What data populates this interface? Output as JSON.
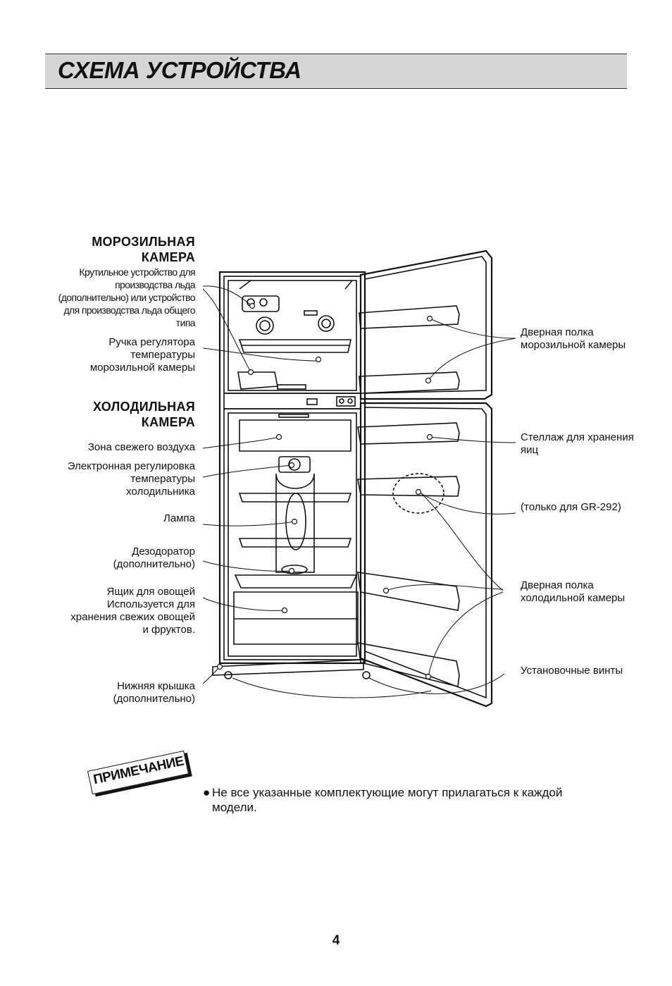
{
  "page": {
    "title": "СХЕМА УСТРОЙСТВА",
    "page_number": "4"
  },
  "freezer": {
    "heading_line1": "МОРОЗИЛЬНАЯ",
    "heading_line2": "КАМЕРА",
    "ice_maker": [
      "Крутильное устройство для",
      "производства льда",
      "(дополнительно) или устройство",
      "для производства льда общего",
      "типа"
    ],
    "temp_knob": [
      "Ручка регулятора",
      "температуры",
      "морозильной камеры"
    ]
  },
  "fridge": {
    "heading_line1": "ХОЛОДИЛЬНАЯ",
    "heading_line2": "КАМЕРА",
    "fresh_zone": "Зона свежего воздуха",
    "electronic_control": [
      "Электронная регулировка",
      "температуры",
      "холодильника"
    ],
    "lamp": "Лампа",
    "deodorizer": [
      "Дезодоратор",
      "(дополнительно)"
    ],
    "crisper": [
      "Ящик для овощей",
      "Используется для",
      "хранения свежих овощей",
      "и фруктов."
    ],
    "bottom_cover": [
      "Нижняя крышка",
      "(дополнительно)"
    ]
  },
  "right_labels": {
    "freezer_door_shelf": [
      "Дверная полка",
      "морозильной камеры"
    ],
    "egg_rack": [
      "Стеллаж для хранения",
      "яиц"
    ],
    "gr292_only": "(только для GR-292)",
    "fridge_door_shelf": [
      "Дверная полка",
      "холодильной камеры"
    ],
    "leveling_screws": "Установочные винты"
  },
  "note": {
    "badge": "ПРИМЕЧАНИЕ",
    "bullet": "●",
    "text": "Не все указанные комплектующие могут прилагаться к каждой модели."
  },
  "colors": {
    "title_bar": "#d6d6d6",
    "ink": "#111111"
  }
}
